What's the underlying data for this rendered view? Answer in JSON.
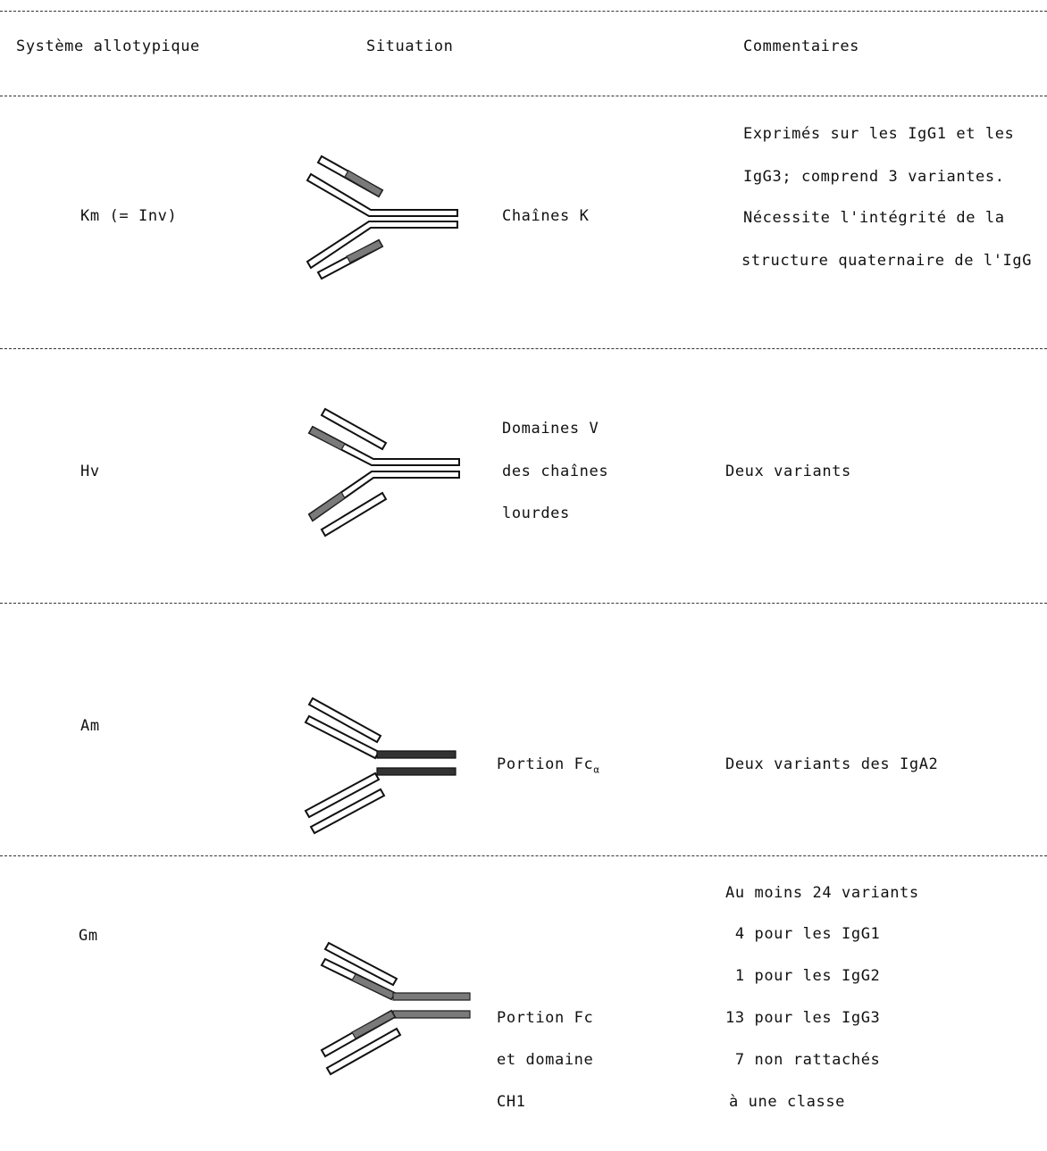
{
  "header": {
    "col1": "Système allotypique",
    "col2": "Situation",
    "col3": "Commentaires"
  },
  "rows": [
    {
      "system": "Km (= Inv)",
      "situation": [
        "Chaînes K"
      ],
      "comments": [
        "Exprimés sur les IgG1 et les",
        "IgG3; comprend 3 variantes.",
        "Nécessite l'intégrité de la",
        "structure quaternaire de l'IgG"
      ],
      "diagram_icon": "antibody-light-chain-constant-icon"
    },
    {
      "system": "Hv",
      "situation": [
        "Domaines V",
        "des chaînes",
        "lourdes"
      ],
      "comments": [
        "Deux variants"
      ],
      "diagram_icon": "antibody-heavy-variable-icon"
    },
    {
      "system": "Am",
      "situation": [
        "Portion Fcα"
      ],
      "comments": [
        "Deux variants des IgA2"
      ],
      "diagram_icon": "antibody-fc-alpha-icon"
    },
    {
      "system": "Gm",
      "situation": [
        "Portion Fc",
        "et domaine",
        "CH1"
      ],
      "comments": [
        "Au moins 24 variants",
        " 4 pour les IgG1",
        " 1 pour les IgG2",
        "13 pour les IgG3",
        " 7 non rattachés",
        "à une classe"
      ],
      "diagram_icon": "antibody-fc-ch1-icon"
    }
  ]
}
